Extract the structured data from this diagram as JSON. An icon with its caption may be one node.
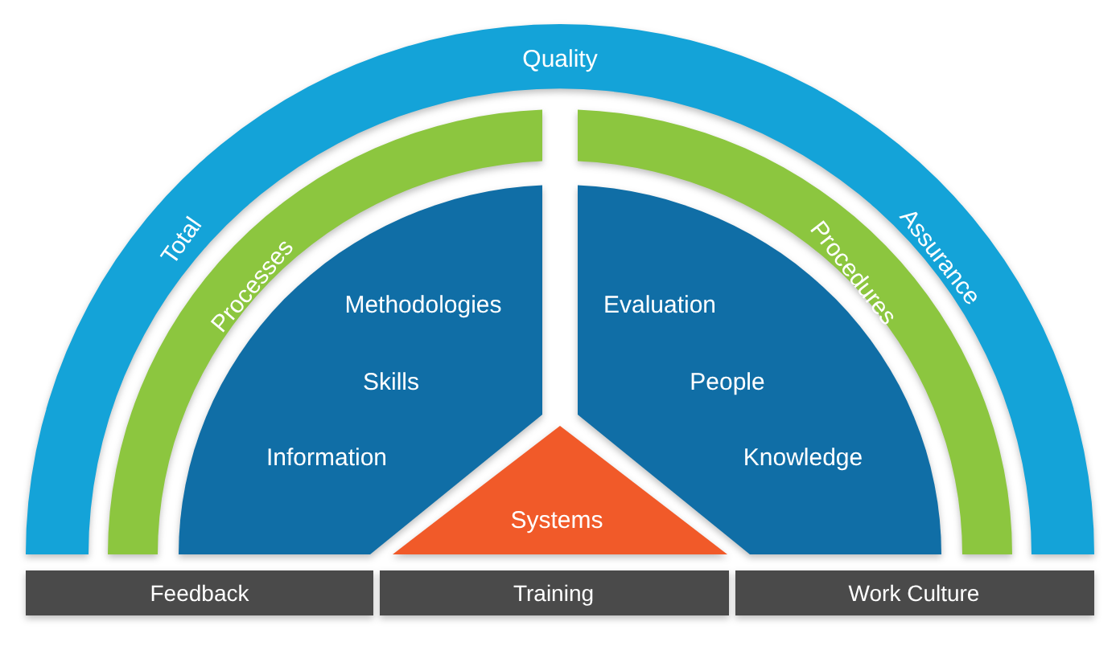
{
  "diagram": {
    "nodes": [
      {
        "text": [
          "Total",
          "Quality",
          "Assurance"
        ]
      },
      {
        "text": [
          "Processes"
        ]
      },
      {
        "text": [
          "Procedures"
        ]
      },
      {
        "text": [
          "Methodologies",
          "Skills",
          "Information"
        ]
      },
      {
        "text": [
          "Evaluation",
          "People",
          "Knowledge"
        ]
      },
      {
        "text": [
          "Systems"
        ]
      },
      {
        "text": [
          "Feedback"
        ]
      },
      {
        "text": [
          "Training"
        ]
      },
      {
        "text": [
          "Work Culture"
        ]
      }
    ]
  }
}
